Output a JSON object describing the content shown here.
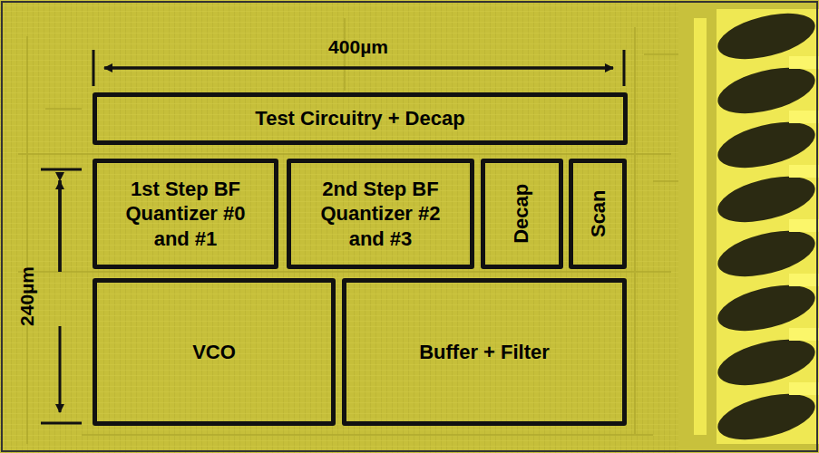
{
  "diagram": {
    "nodes": [
      {
        "text": [
          "Test Circuitry + Decap"
        ]
      },
      {
        "text": [
          "1st Step BF Quantizer #0 and #1"
        ]
      },
      {
        "text": [
          "2nd Step BF Quantizer #2 and #3"
        ]
      },
      {
        "text": [
          "Decap"
        ]
      },
      {
        "text": [
          "Scan"
        ]
      },
      {
        "text": [
          "VCO"
        ]
      },
      {
        "text": [
          "Buffer + Filter"
        ]
      }
    ],
    "labels": [
      "400µm",
      "240µm"
    ]
  }
}
